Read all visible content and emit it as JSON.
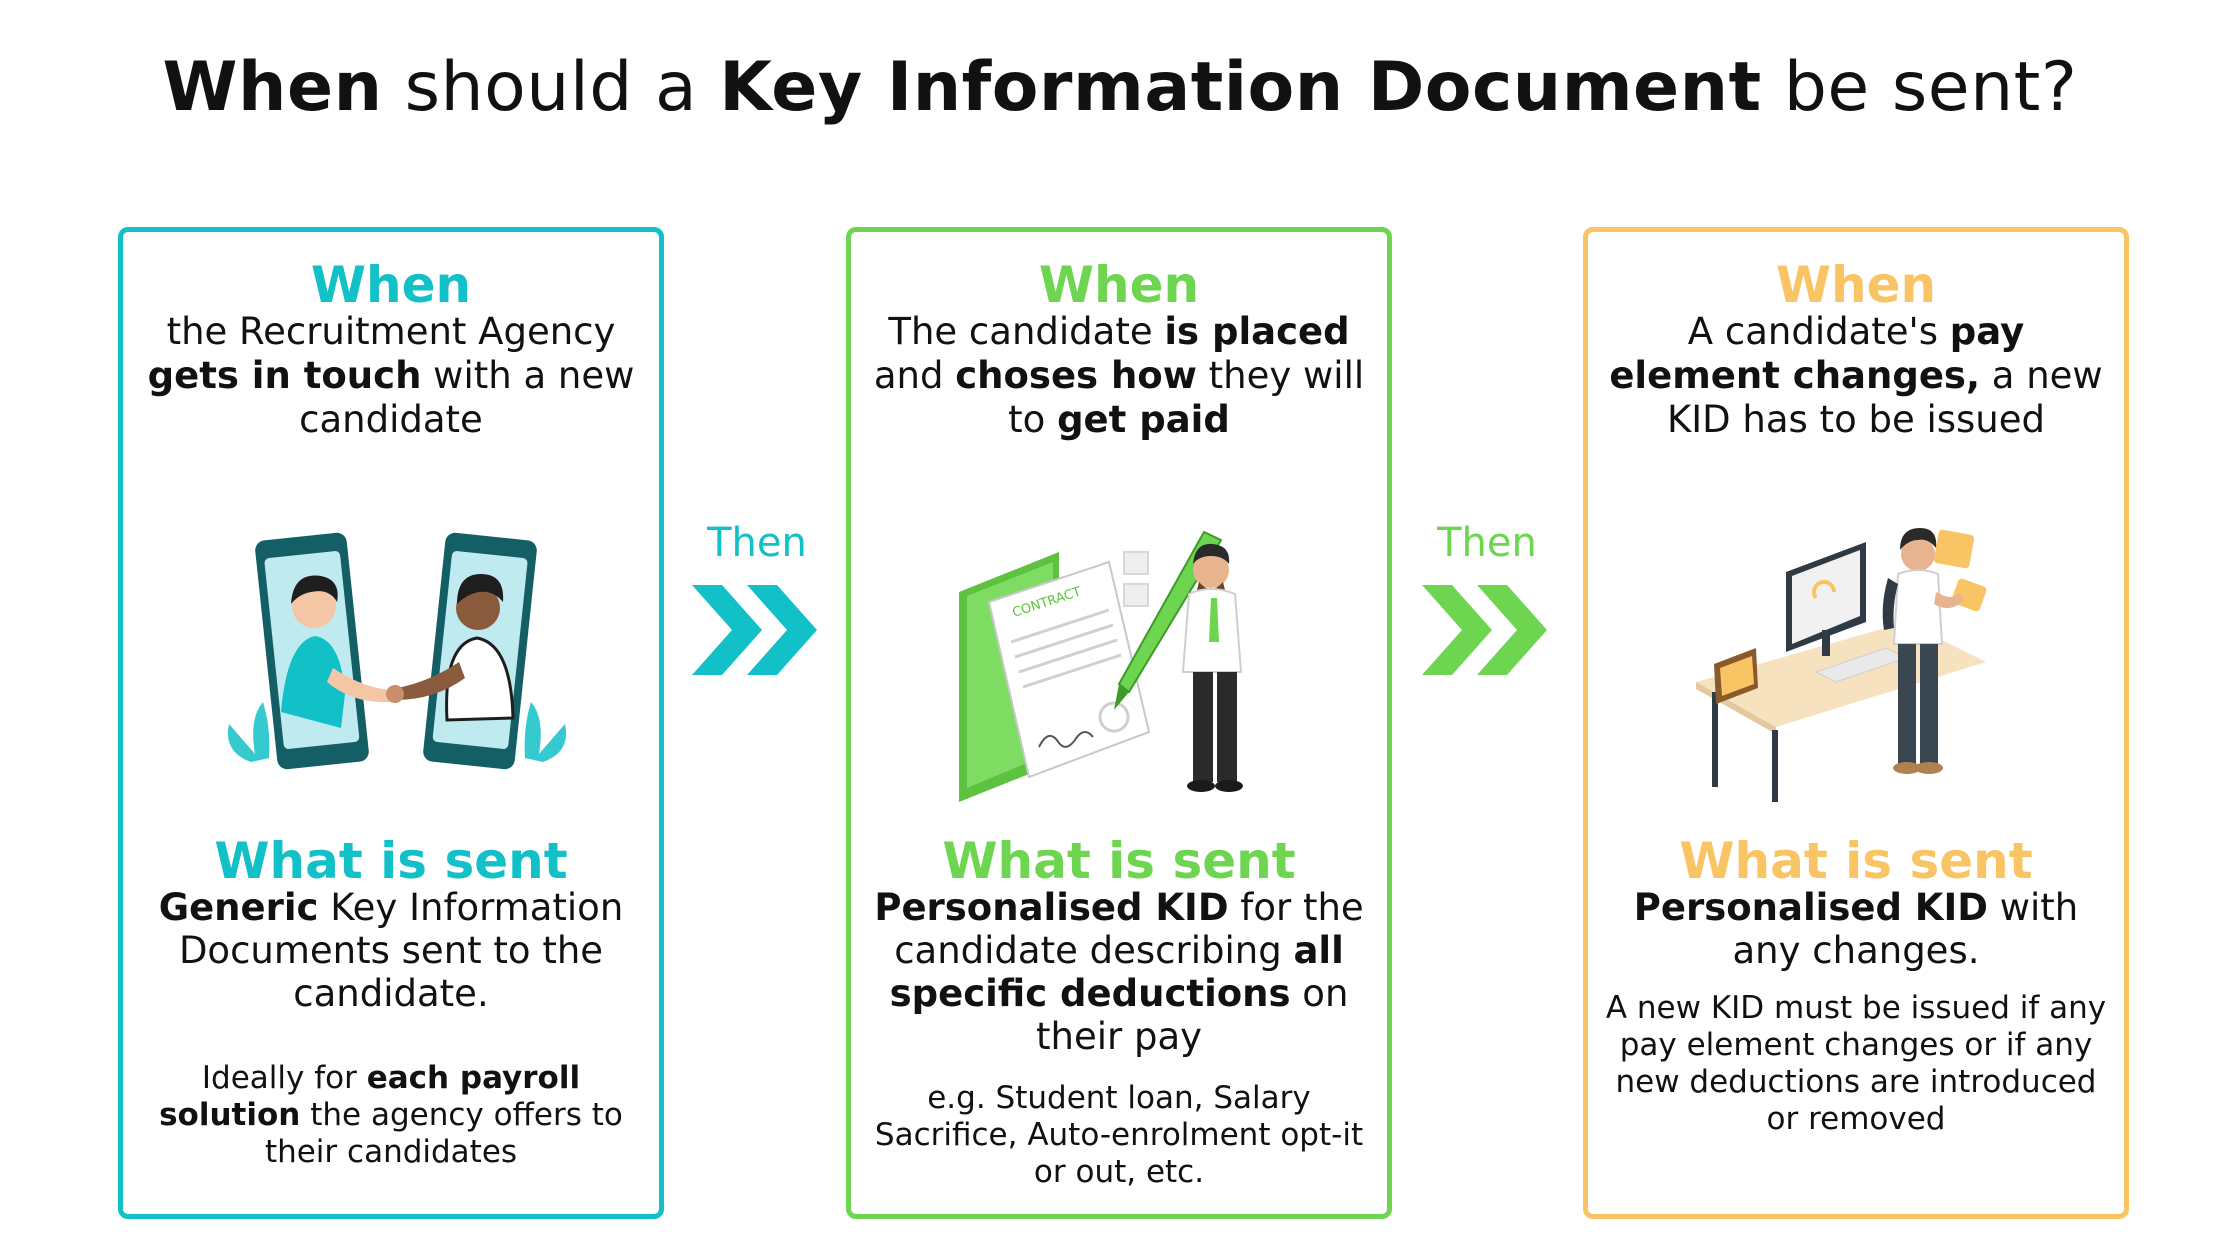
{
  "title": {
    "p1": "When",
    "p2": " should a ",
    "p3": "Key Information Document",
    "p4": " be sent?"
  },
  "colors": {
    "teal": "#12c0c8",
    "green": "#6dd550",
    "orange": "#f8c464"
  },
  "connectors": {
    "then_1": "Then",
    "then_2": "Then"
  },
  "cards": [
    {
      "when_heading": "When",
      "when_a": "the Recruitment Agency ",
      "when_b": "gets in touch",
      "when_c": " with a new candidate",
      "illustration": "handshake-phones-icon",
      "sent_heading": "What is sent",
      "sent_a": "Generic",
      "sent_b": " Key Information Documents sent to the candidate.",
      "note_a": "Ideally for ",
      "note_b": "each payroll solution",
      "note_c": " the agency offers to their candidates"
    },
    {
      "when_heading": "When",
      "when_a": "The candidate ",
      "when_b": "is placed",
      "when_c": " and ",
      "when_d": "choses how",
      "when_e": " they will to ",
      "when_f": "get paid",
      "illustration": "contract-signing-icon",
      "contract_word": "CONTRACT",
      "sent_heading": "What is sent",
      "sent_a": "Personalised KID",
      "sent_b": " for the candidate describing ",
      "sent_c": "all specific deductions",
      "sent_d": " on their pay",
      "note": "e.g. Student loan, Salary Sacrifice, Auto-enrolment opt-it or out, etc."
    },
    {
      "when_heading": "When",
      "when_a": "A candidate's ",
      "when_b": "pay element changes,",
      "when_c": " a new KID has to be issued",
      "illustration": "desk-update-icon",
      "sent_heading": "What is sent",
      "sent_a": "Personalised KID",
      "sent_b": " with any changes.",
      "note": "A new KID must be issued if any pay element changes or if any new deductions are introduced or removed"
    }
  ]
}
